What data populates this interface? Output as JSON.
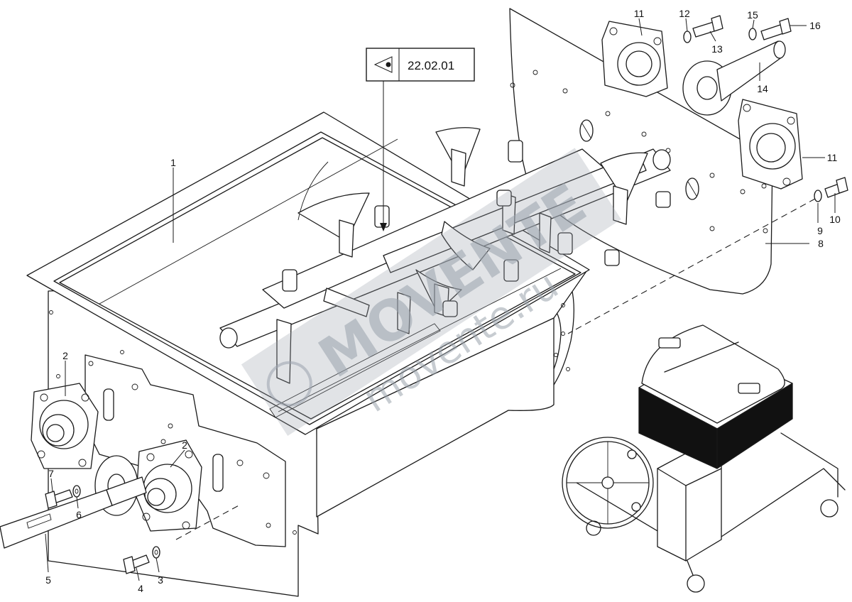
{
  "reference": {
    "code": "22.02.01"
  },
  "watermark": {
    "brand": "MOVENTE",
    "site": "movente.ru"
  },
  "callouts": [
    {
      "id": "c1",
      "label": "1"
    },
    {
      "id": "c2a",
      "label": "2"
    },
    {
      "id": "c2b",
      "label": "2"
    },
    {
      "id": "c3",
      "label": "3"
    },
    {
      "id": "c4",
      "label": "4"
    },
    {
      "id": "c5",
      "label": "5"
    },
    {
      "id": "c6",
      "label": "6"
    },
    {
      "id": "c7",
      "label": "7"
    },
    {
      "id": "c8",
      "label": "8"
    },
    {
      "id": "c9",
      "label": "9"
    },
    {
      "id": "c10",
      "label": "10"
    },
    {
      "id": "c11a",
      "label": "11"
    },
    {
      "id": "c11b",
      "label": "11"
    },
    {
      "id": "c12",
      "label": "12"
    },
    {
      "id": "c13",
      "label": "13"
    },
    {
      "id": "c14",
      "label": "14"
    },
    {
      "id": "c15",
      "label": "15"
    },
    {
      "id": "c16",
      "label": "16"
    }
  ],
  "colors": {
    "line": "#1a1a1a",
    "watermark": "#9aa3ad",
    "background": "#ffffff"
  }
}
